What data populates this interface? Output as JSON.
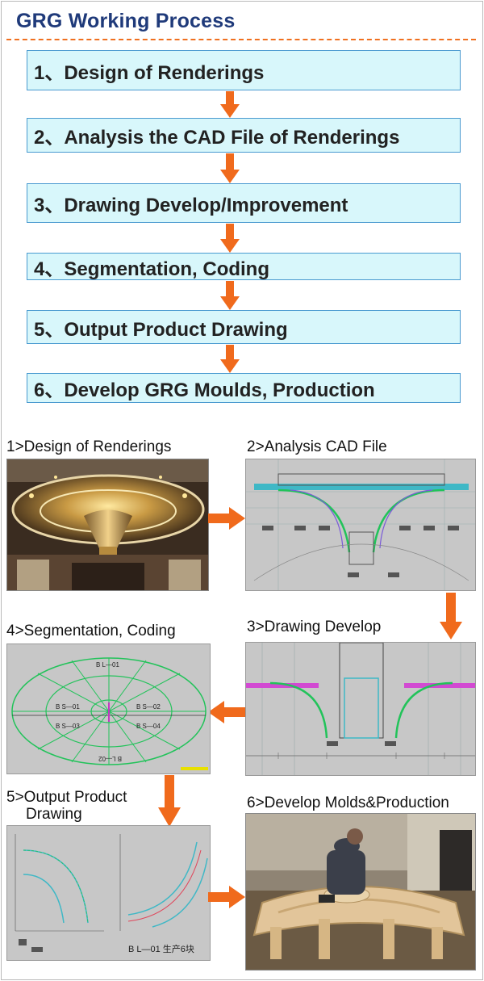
{
  "title": "GRG Working Process",
  "steps": [
    {
      "label": "1、Design of Renderings"
    },
    {
      "label": "2、Analysis the CAD File of Renderings"
    },
    {
      "label": "3、Drawing Develop/Improvement"
    },
    {
      "label": "4、Segmentation, Coding"
    },
    {
      "label": "5、Output Product Drawing"
    },
    {
      "label": "6、Develop GRG Moulds, Production"
    }
  ],
  "panels": {
    "p1": {
      "label": "1>Design of Renderings"
    },
    "p2": {
      "label": "2>Analysis CAD File"
    },
    "p3": {
      "label": "3>Drawing Develop"
    },
    "p4": {
      "label": "4>Segmentation, Coding"
    },
    "p5": {
      "label_line1": "5>Output Product",
      "label_line2": "Drawing",
      "caption": "B L—01  生产6块"
    },
    "p6": {
      "label": "6>Develop Molds&Production"
    }
  },
  "segment_codes": [
    "B L—01",
    "B L—02",
    "B S—01",
    "B S—02",
    "B S—03",
    "B S—04"
  ],
  "colors": {
    "title": "#1f3a7a",
    "accent": "#f06a1c",
    "step_fill": "#d8f7fb",
    "step_border": "#4a9ad0",
    "cad_bg": "#c7c7c7",
    "cad_line": "#22c35a"
  }
}
